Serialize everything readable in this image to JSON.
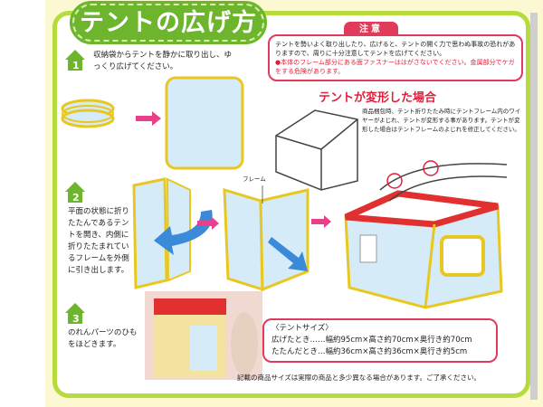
{
  "title": "テントの広げ方",
  "steps": [
    {
      "number": "1",
      "text": "収納袋からテントを静かに取り出し、ゆっくり広げてください。"
    },
    {
      "number": "2",
      "text": "平面の状態に折りたたんであるテントを開き、内側に折りたたまれているフレームを外側に引き出します。"
    },
    {
      "number": "3",
      "text": "のれんパーツのひもをほどきます。"
    }
  ],
  "frame_label": "フレーム",
  "caution": {
    "heading": "注意",
    "text": "テントを勢いよく取り出したり、広げると、テントの開く力で思わぬ事故の恐れがありますので、周りに十分注意してテントを広げてください。",
    "warning": "●本体のフレーム部分にある面ファスナーははがさないでください。金属部分でケガをする危険があります。"
  },
  "deform": {
    "heading": "テントが変形した場合",
    "text": "商品梱包時、テント折りたたみ時にテントフレーム内のワイヤーがよじれ、テントが変形する事があります。テントが変形した場合はテントフレームのよじれを修正してください。"
  },
  "size": {
    "heading": "〈テントサイズ〉",
    "open": "広げたとき……幅約95cm×高さ約70cm×奥行き約70cm",
    "folded": "たたんだとき…幅約36cm×高さ約36cm×奥行き約5cm"
  },
  "note": "記載の商品サイズは実際の商品と多少異なる場合があります。ご了承ください。",
  "colors": {
    "green": "#6cb52d",
    "border": "#b5dc3c",
    "red": "#e23a5a",
    "tent": "#d5ecf8",
    "blue": "#3a8ad8",
    "arrow": "#e8408a"
  }
}
